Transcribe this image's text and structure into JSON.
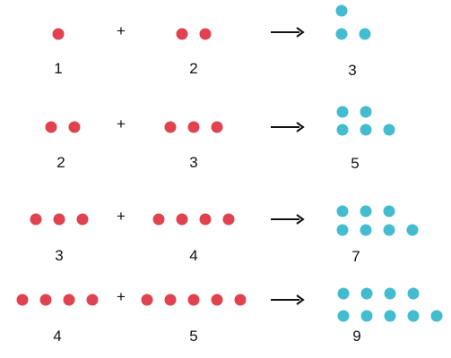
{
  "colors": {
    "red_dot": "#e0424f",
    "teal_dot": "#44bccf",
    "text": "#111111",
    "arrow": "#111111"
  },
  "operator": "+",
  "arrow_icon": "right-arrow-icon",
  "equations": [
    {
      "a": 1,
      "b": 2,
      "sum": 3,
      "a_label": "1",
      "b_label": "2",
      "sum_label": "3"
    },
    {
      "a": 2,
      "b": 3,
      "sum": 5,
      "a_label": "2",
      "b_label": "3",
      "sum_label": "5"
    },
    {
      "a": 3,
      "b": 4,
      "sum": 7,
      "a_label": "3",
      "b_label": "4",
      "sum_label": "7"
    },
    {
      "a": 4,
      "b": 5,
      "sum": 9,
      "a_label": "4",
      "b_label": "5",
      "sum_label": "9"
    }
  ]
}
